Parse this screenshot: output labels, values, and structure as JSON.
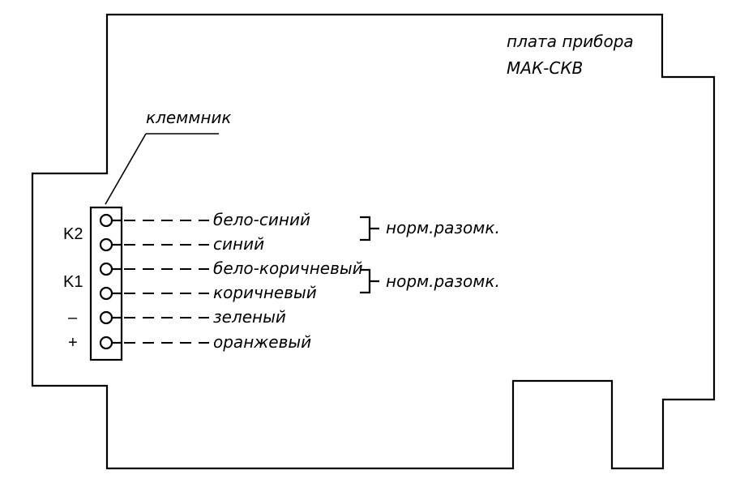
{
  "board": {
    "title_line1": "плата прибора",
    "title_line2": "МАК-СКВ"
  },
  "terminal_block": {
    "label": "клеммник"
  },
  "groups": [
    {
      "label": "K2",
      "contact_type": "норм.разомк."
    },
    {
      "label": "K1",
      "contact_type": "норм.разомк."
    }
  ],
  "terminals": [
    {
      "pin_label": "",
      "wire_color": "бело-синий"
    },
    {
      "pin_label": "",
      "wire_color": "синий"
    },
    {
      "pin_label": "",
      "wire_color": "бело-коричневый"
    },
    {
      "pin_label": "",
      "wire_color": "коричневый"
    },
    {
      "pin_label": "–",
      "wire_color": "зеленый"
    },
    {
      "pin_label": "+",
      "wire_color": "оранжевый"
    }
  ]
}
